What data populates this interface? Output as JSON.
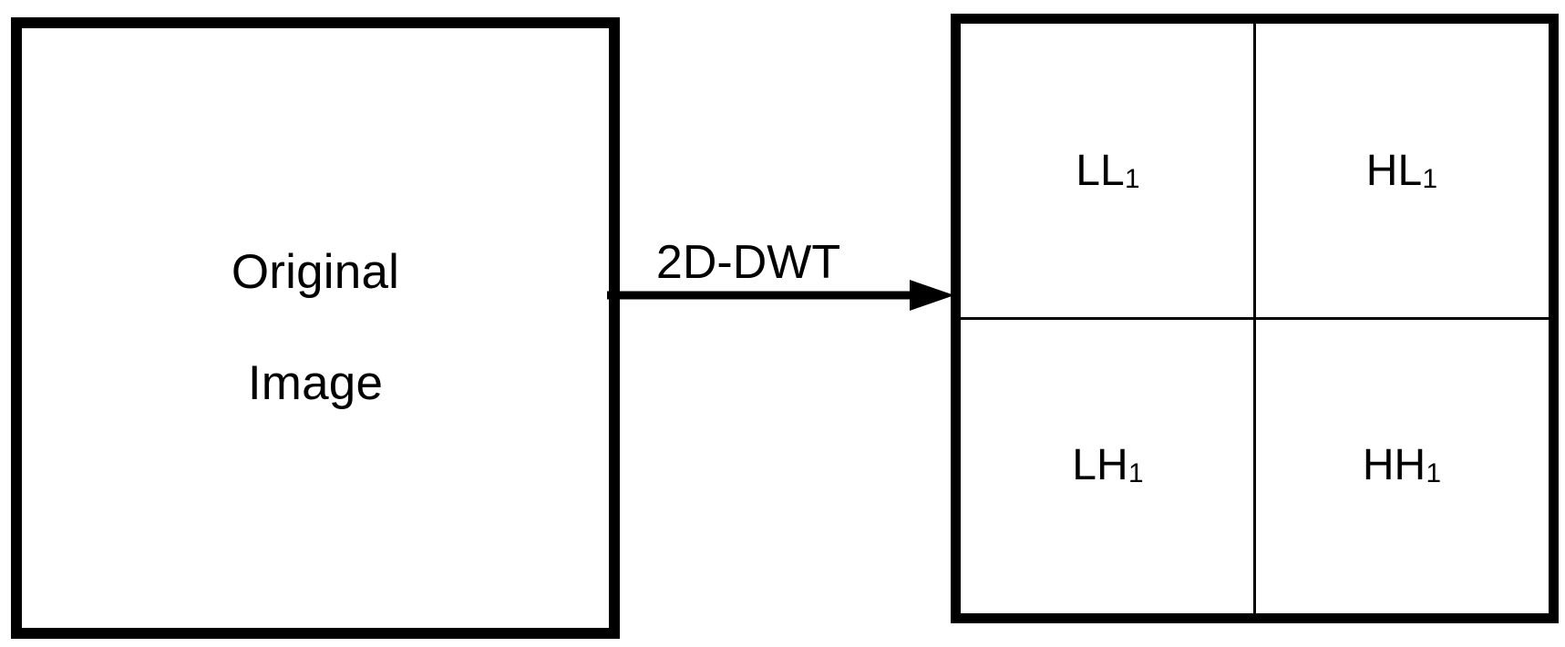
{
  "diagram": {
    "title": "2D Discrete Wavelet Transform one-level decomposition",
    "background_color": "#ffffff",
    "stroke_color": "#000000"
  },
  "source": {
    "name": "original-image-block",
    "label_lines": [
      "Original",
      "Image"
    ],
    "line1": "Original",
    "line2": "Image"
  },
  "transform": {
    "name": "2d-dwt-arrow",
    "label": "2D-DWT",
    "direction": "left-to-right"
  },
  "result": {
    "name": "subband-block",
    "quadrants": [
      {
        "id": "ll",
        "base": "LL",
        "subscript": "1",
        "full": "LL1",
        "position": "top-left"
      },
      {
        "id": "hl",
        "base": "HL",
        "subscript": "1",
        "full": "HL1",
        "position": "top-right"
      },
      {
        "id": "lh",
        "base": "LH",
        "subscript": "1",
        "full": "LH1",
        "position": "bottom-left"
      },
      {
        "id": "hh",
        "base": "HH",
        "subscript": "1",
        "full": "HH1",
        "position": "bottom-right"
      }
    ]
  }
}
